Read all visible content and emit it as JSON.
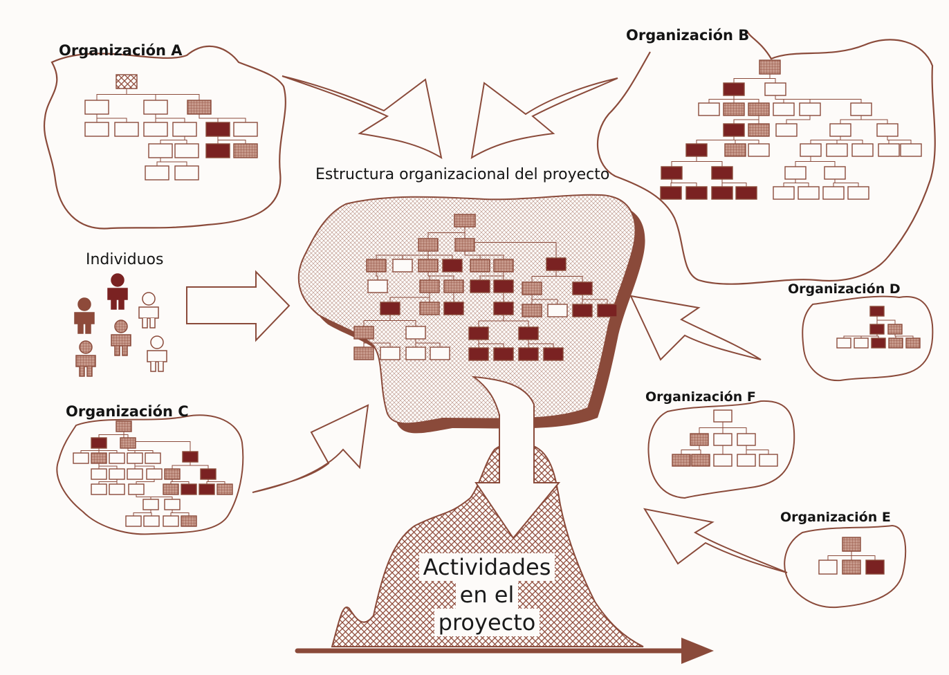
{
  "colors": {
    "outline": "#8a4a3a",
    "dark": "#7a2222",
    "medium": "#8e4a3a",
    "light": "#fdfbf9",
    "pattern": "#b07868",
    "text": "#141414"
  },
  "labels": {
    "org_a": "Organización A",
    "org_b": "Organización B",
    "org_c": "Organización C",
    "org_d": "Organización D",
    "org_e": "Organización E",
    "org_f": "Organización F",
    "individuals": "Individuos",
    "project_structure": "Estructura organizacional del proyecto",
    "activities_line1": "Actividades",
    "activities_line2": "en el",
    "activities_line3": "proyecto"
  },
  "icons": [
    "person-icon",
    "arrow-right-icon",
    "arrow-down-icon",
    "curved-arrow-icon"
  ]
}
